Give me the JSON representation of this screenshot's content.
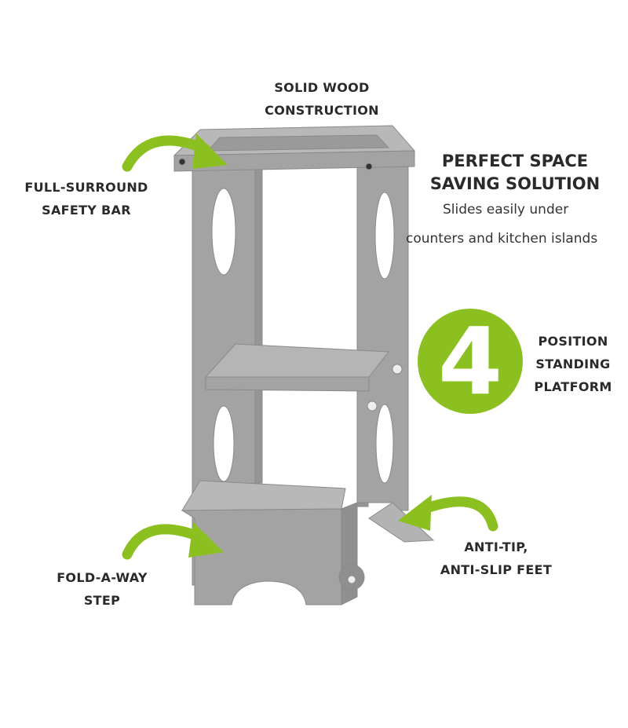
{
  "labels": {
    "solid_wood": [
      "SOLID WOOD",
      "CONSTRUCTION"
    ],
    "safety_bar": [
      "FULL-SURROUND",
      "SAFETY BAR"
    ],
    "space_saving_title": [
      "PERFECT SPACE",
      "SAVING SOLUTION"
    ],
    "space_saving_desc": [
      "Slides easily under",
      "counters and kitchen islands"
    ],
    "position_number": "4",
    "position": [
      "POSITION",
      "STANDING",
      "PLATFORM"
    ],
    "anti_tip": [
      "ANTI-TIP,",
      "ANTI-SLIP FEET"
    ],
    "fold_step": [
      "FOLD-A-WAY",
      "STEP"
    ]
  },
  "colors": {
    "accent": "#8cc020",
    "wood": "#a3a3a3",
    "text": "#2a2a2a"
  }
}
